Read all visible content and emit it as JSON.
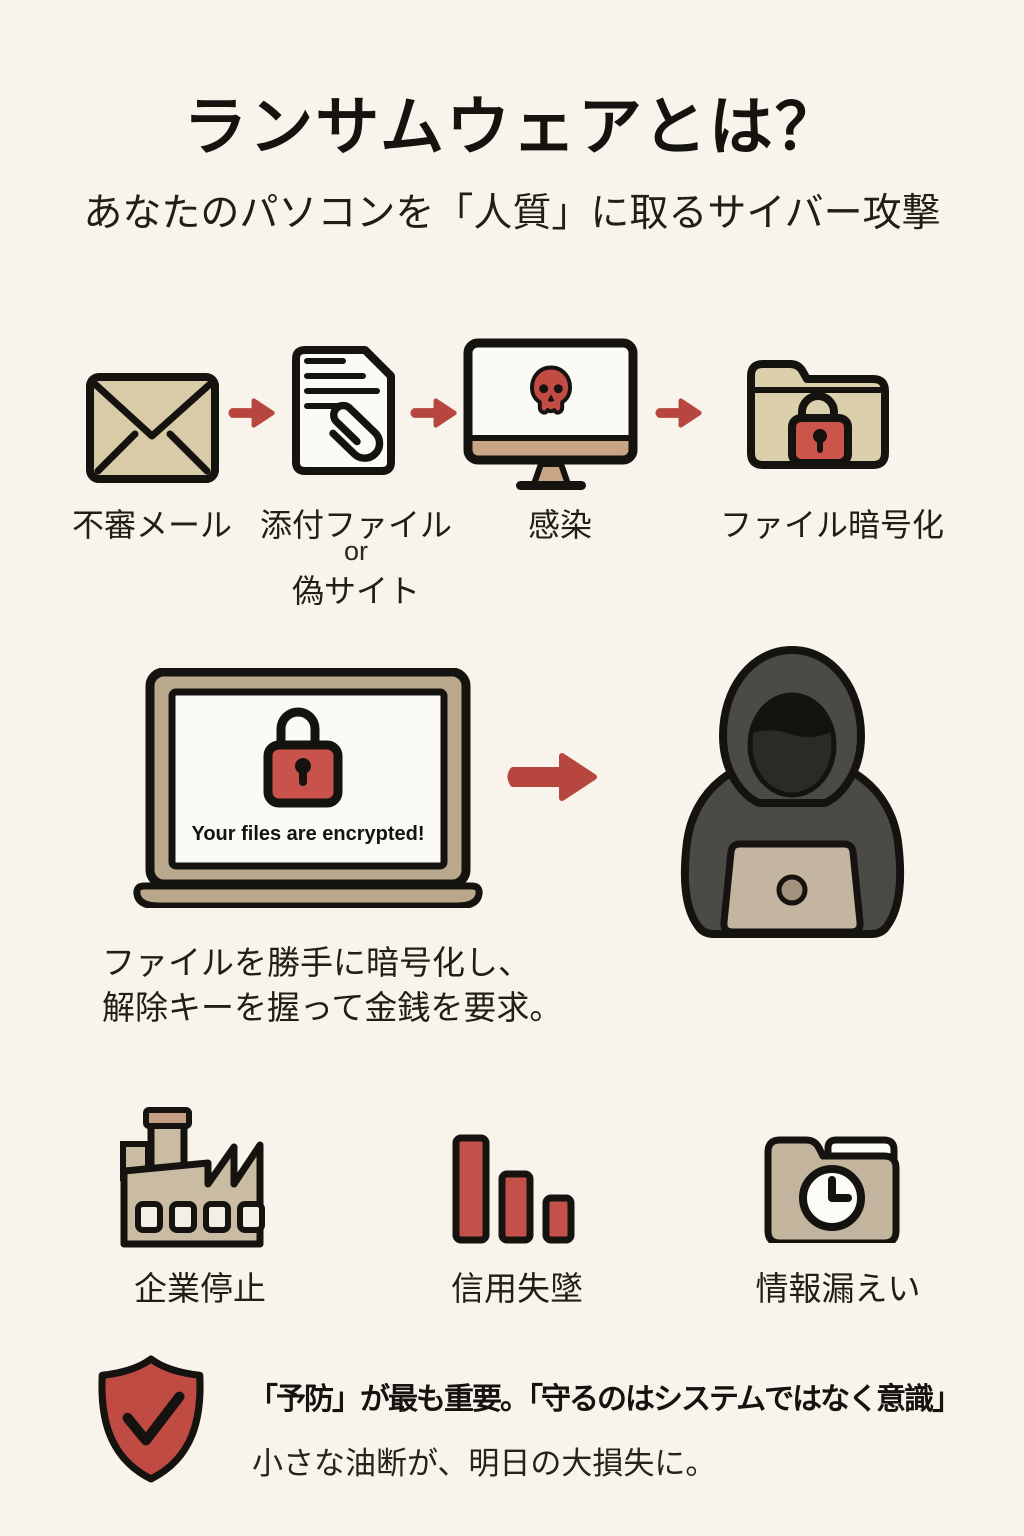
{
  "header": {
    "title": "ランサムウェアとは？",
    "subtitle": "あなたのパソコンを「人質」に取るサイバー攻撃"
  },
  "flow": {
    "steps": [
      {
        "icon": "suspicious-email-icon",
        "label": "不審メール"
      },
      {
        "icon": "attachment-file-icon",
        "label": "添付ファイル",
        "connector": "or",
        "alt_label": "偽サイト"
      },
      {
        "icon": "infected-monitor-icon",
        "label": "感染"
      },
      {
        "icon": "encrypted-folder-icon",
        "label": "ファイル暗号化"
      }
    ]
  },
  "ransom_scene": {
    "screen_message": "Your files are encrypted!",
    "caption_line1": "ファイルを勝手に暗号化し、",
    "caption_line2": "解除キーを握って金銭を要求。"
  },
  "impacts": {
    "items": [
      {
        "icon": "factory-icon",
        "label": "企業停止"
      },
      {
        "icon": "declining-chart-icon",
        "label": "信用失墜"
      },
      {
        "icon": "folder-clock-icon",
        "label": "情報漏えい"
      }
    ]
  },
  "footer": {
    "headline": "「予防」が最も重要。「守るのはシステムではなく意識」",
    "subtext": "小さな油断が、明日の大損失に。"
  },
  "colors": {
    "background": "#F8F4EB",
    "ink": "#1D1A15",
    "accent_red": "#BE4A40",
    "tan": "#D5C8A6",
    "hoodie_gray": "#4B4A47"
  }
}
